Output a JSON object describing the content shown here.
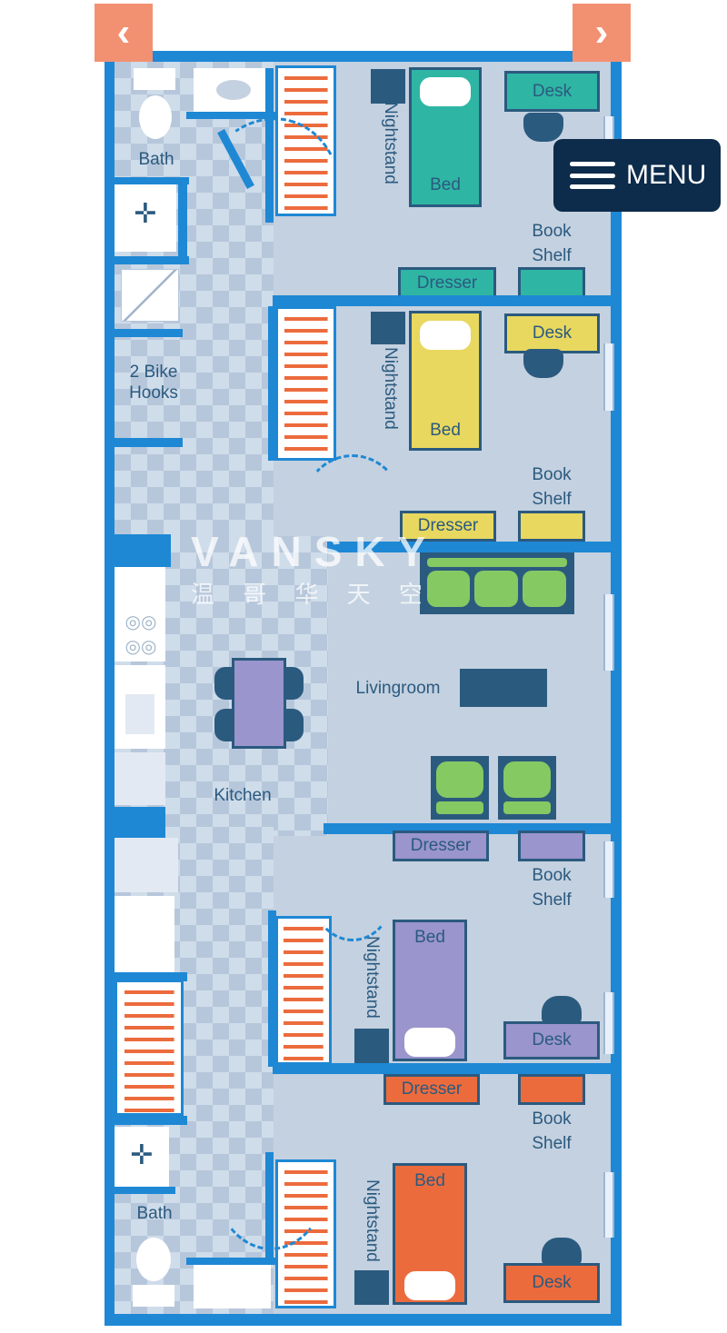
{
  "nav": {
    "prev_label": "‹",
    "next_label": "›",
    "menu_label": "MENU"
  },
  "watermark": {
    "brand": "VANSKY",
    "chinese": "温 哥 华 天 空"
  },
  "rooms": {
    "bath_top": "Bath",
    "bike": "2 Bike\nHooks",
    "livingroom": "Livingroom",
    "kitchen": "Kitchen",
    "bath_bottom": "Bath"
  },
  "bedroom1": {
    "nightstand": "Nightstand",
    "bed": "Bed",
    "desk": "Desk",
    "bookshelf": "Book\nShelf",
    "dresser": "Dresser"
  },
  "bedroom2": {
    "nightstand": "Nightstand",
    "bed": "Bed",
    "desk": "Desk",
    "bookshelf": "Book\nShelf",
    "dresser": "Dresser"
  },
  "bedroom3": {
    "nightstand": "Nightstand",
    "bed": "Bed",
    "desk": "Desk",
    "bookshelf": "Book\nShelf",
    "dresser": "Dresser"
  },
  "bedroom4": {
    "nightstand": "Nightstand",
    "bed": "Bed",
    "desk": "Desk",
    "bookshelf": "Book\nShelf",
    "dresser": "Dresser"
  },
  "colors": {
    "wall": "#1e88d4",
    "navy": "#2b5a7f",
    "teal": "#2fb5a4",
    "yellow": "#e8d85f",
    "purple": "#9a95cc",
    "orange": "#ec6b3d",
    "green": "#85c963",
    "menu_bg": "#0d2b4a",
    "arrow_bg": "#f29172"
  },
  "icons": {
    "prev": "chevron-left-icon",
    "next": "chevron-right-icon",
    "menu": "hamburger-icon"
  }
}
